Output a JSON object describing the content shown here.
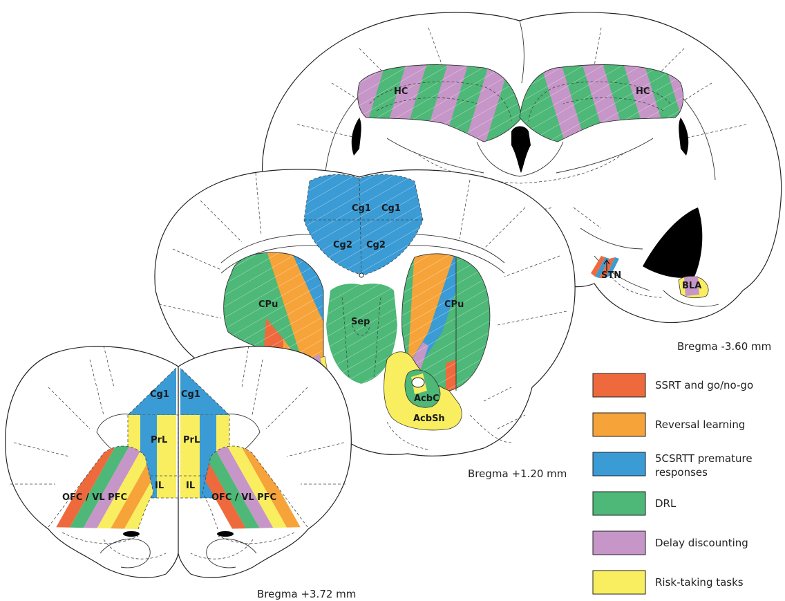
{
  "colors": {
    "ssrt": "#ee6a3c",
    "reversal": "#f6a33a",
    "csrtt": "#3a9bd5",
    "drl": "#4db877",
    "delay": "#c696c8",
    "risk": "#f8ee5f"
  },
  "sections": {
    "posterior": {
      "bregma": "Bregma -3.60 mm",
      "labels": {
        "hc_left": "HC",
        "hc_right": "HC",
        "stn": "STN",
        "bla": "BLA"
      }
    },
    "middle": {
      "bregma": "Bregma +1.20 mm",
      "labels": {
        "cg1_left": "Cg1",
        "cg1_right": "Cg1",
        "cg2_left": "Cg2",
        "cg2_right": "Cg2",
        "cpu_left": "CPu",
        "cpu_right": "CPu",
        "sep": "Sep",
        "acbc": "AcbC",
        "acbsh": "AcbSh"
      }
    },
    "anterior": {
      "bregma": "Bregma +3.72 mm",
      "labels": {
        "cg1_left": "Cg1",
        "cg1_right": "Cg1",
        "prl_left": "PrL",
        "prl_right": "PrL",
        "il_left": "IL",
        "il_right": "IL",
        "ofc_left": "OFC / VL PFC",
        "ofc_right": "OFC / VL PFC"
      }
    }
  },
  "legend": [
    {
      "label": "SSRT and go/no-go",
      "color_key": "ssrt"
    },
    {
      "label": "Reversal learning",
      "color_key": "reversal"
    },
    {
      "label": "5CSRTT premature",
      "label2": "responses",
      "color_key": "csrtt"
    },
    {
      "label": "DRL",
      "color_key": "drl"
    },
    {
      "label": "Delay discounting",
      "color_key": "delay"
    },
    {
      "label": "Risk-taking tasks",
      "color_key": "risk"
    }
  ]
}
